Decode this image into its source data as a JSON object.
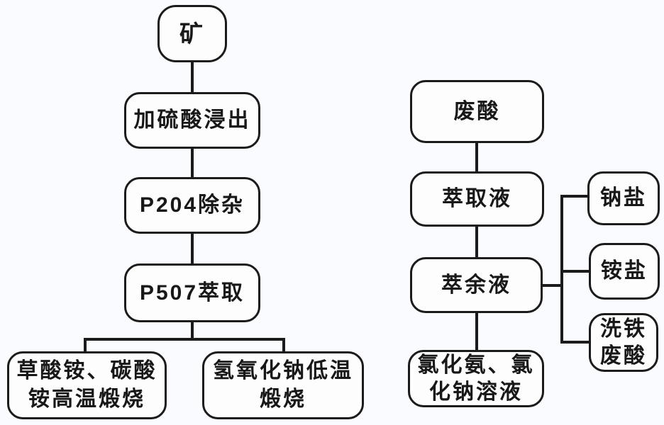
{
  "diagram": {
    "type": "flowchart",
    "colors": {
      "background": "#fafbfe",
      "node_fill": "#fdfdfe",
      "node_border": "#1b1b1b",
      "connector_line": "#1b1b1b"
    },
    "nodes": [
      {
        "id": "ore",
        "label": "矿"
      },
      {
        "id": "leaching",
        "label": "加硫酸浸出"
      },
      {
        "id": "p204",
        "label": "P204除杂"
      },
      {
        "id": "p507",
        "label": "P507萃取"
      },
      {
        "id": "high_temp_calcination",
        "label": "草酸铵、碳酸铵高温煅烧"
      },
      {
        "id": "low_temp_calcination",
        "label": "氢氧化钠低温煅烧"
      },
      {
        "id": "waste_acid",
        "label": "废酸"
      },
      {
        "id": "extraction_liquid",
        "label": "萃取液"
      },
      {
        "id": "raffinate",
        "label": "萃余液"
      },
      {
        "id": "chloride_solution",
        "label": "氯化氨、氯化钠溶液"
      },
      {
        "id": "sodium_salt",
        "label": "钠盐"
      },
      {
        "id": "ammonium_salt",
        "label": "铵盐"
      },
      {
        "id": "iron_washing_waste_acid",
        "label": "洗铁废酸"
      }
    ],
    "edges": [
      {
        "from": "ore",
        "to": "leaching"
      },
      {
        "from": "leaching",
        "to": "p204"
      },
      {
        "from": "p204",
        "to": "p507"
      },
      {
        "from": "p507",
        "to": "high_temp_calcination"
      },
      {
        "from": "p507",
        "to": "low_temp_calcination"
      },
      {
        "from": "waste_acid",
        "to": "extraction_liquid"
      },
      {
        "from": "extraction_liquid",
        "to": "raffinate"
      },
      {
        "from": "raffinate",
        "to": "chloride_solution"
      },
      {
        "from": "raffinate",
        "to": "sodium_salt"
      },
      {
        "from": "raffinate",
        "to": "ammonium_salt"
      },
      {
        "from": "raffinate",
        "to": "iron_washing_waste_acid"
      }
    ]
  }
}
